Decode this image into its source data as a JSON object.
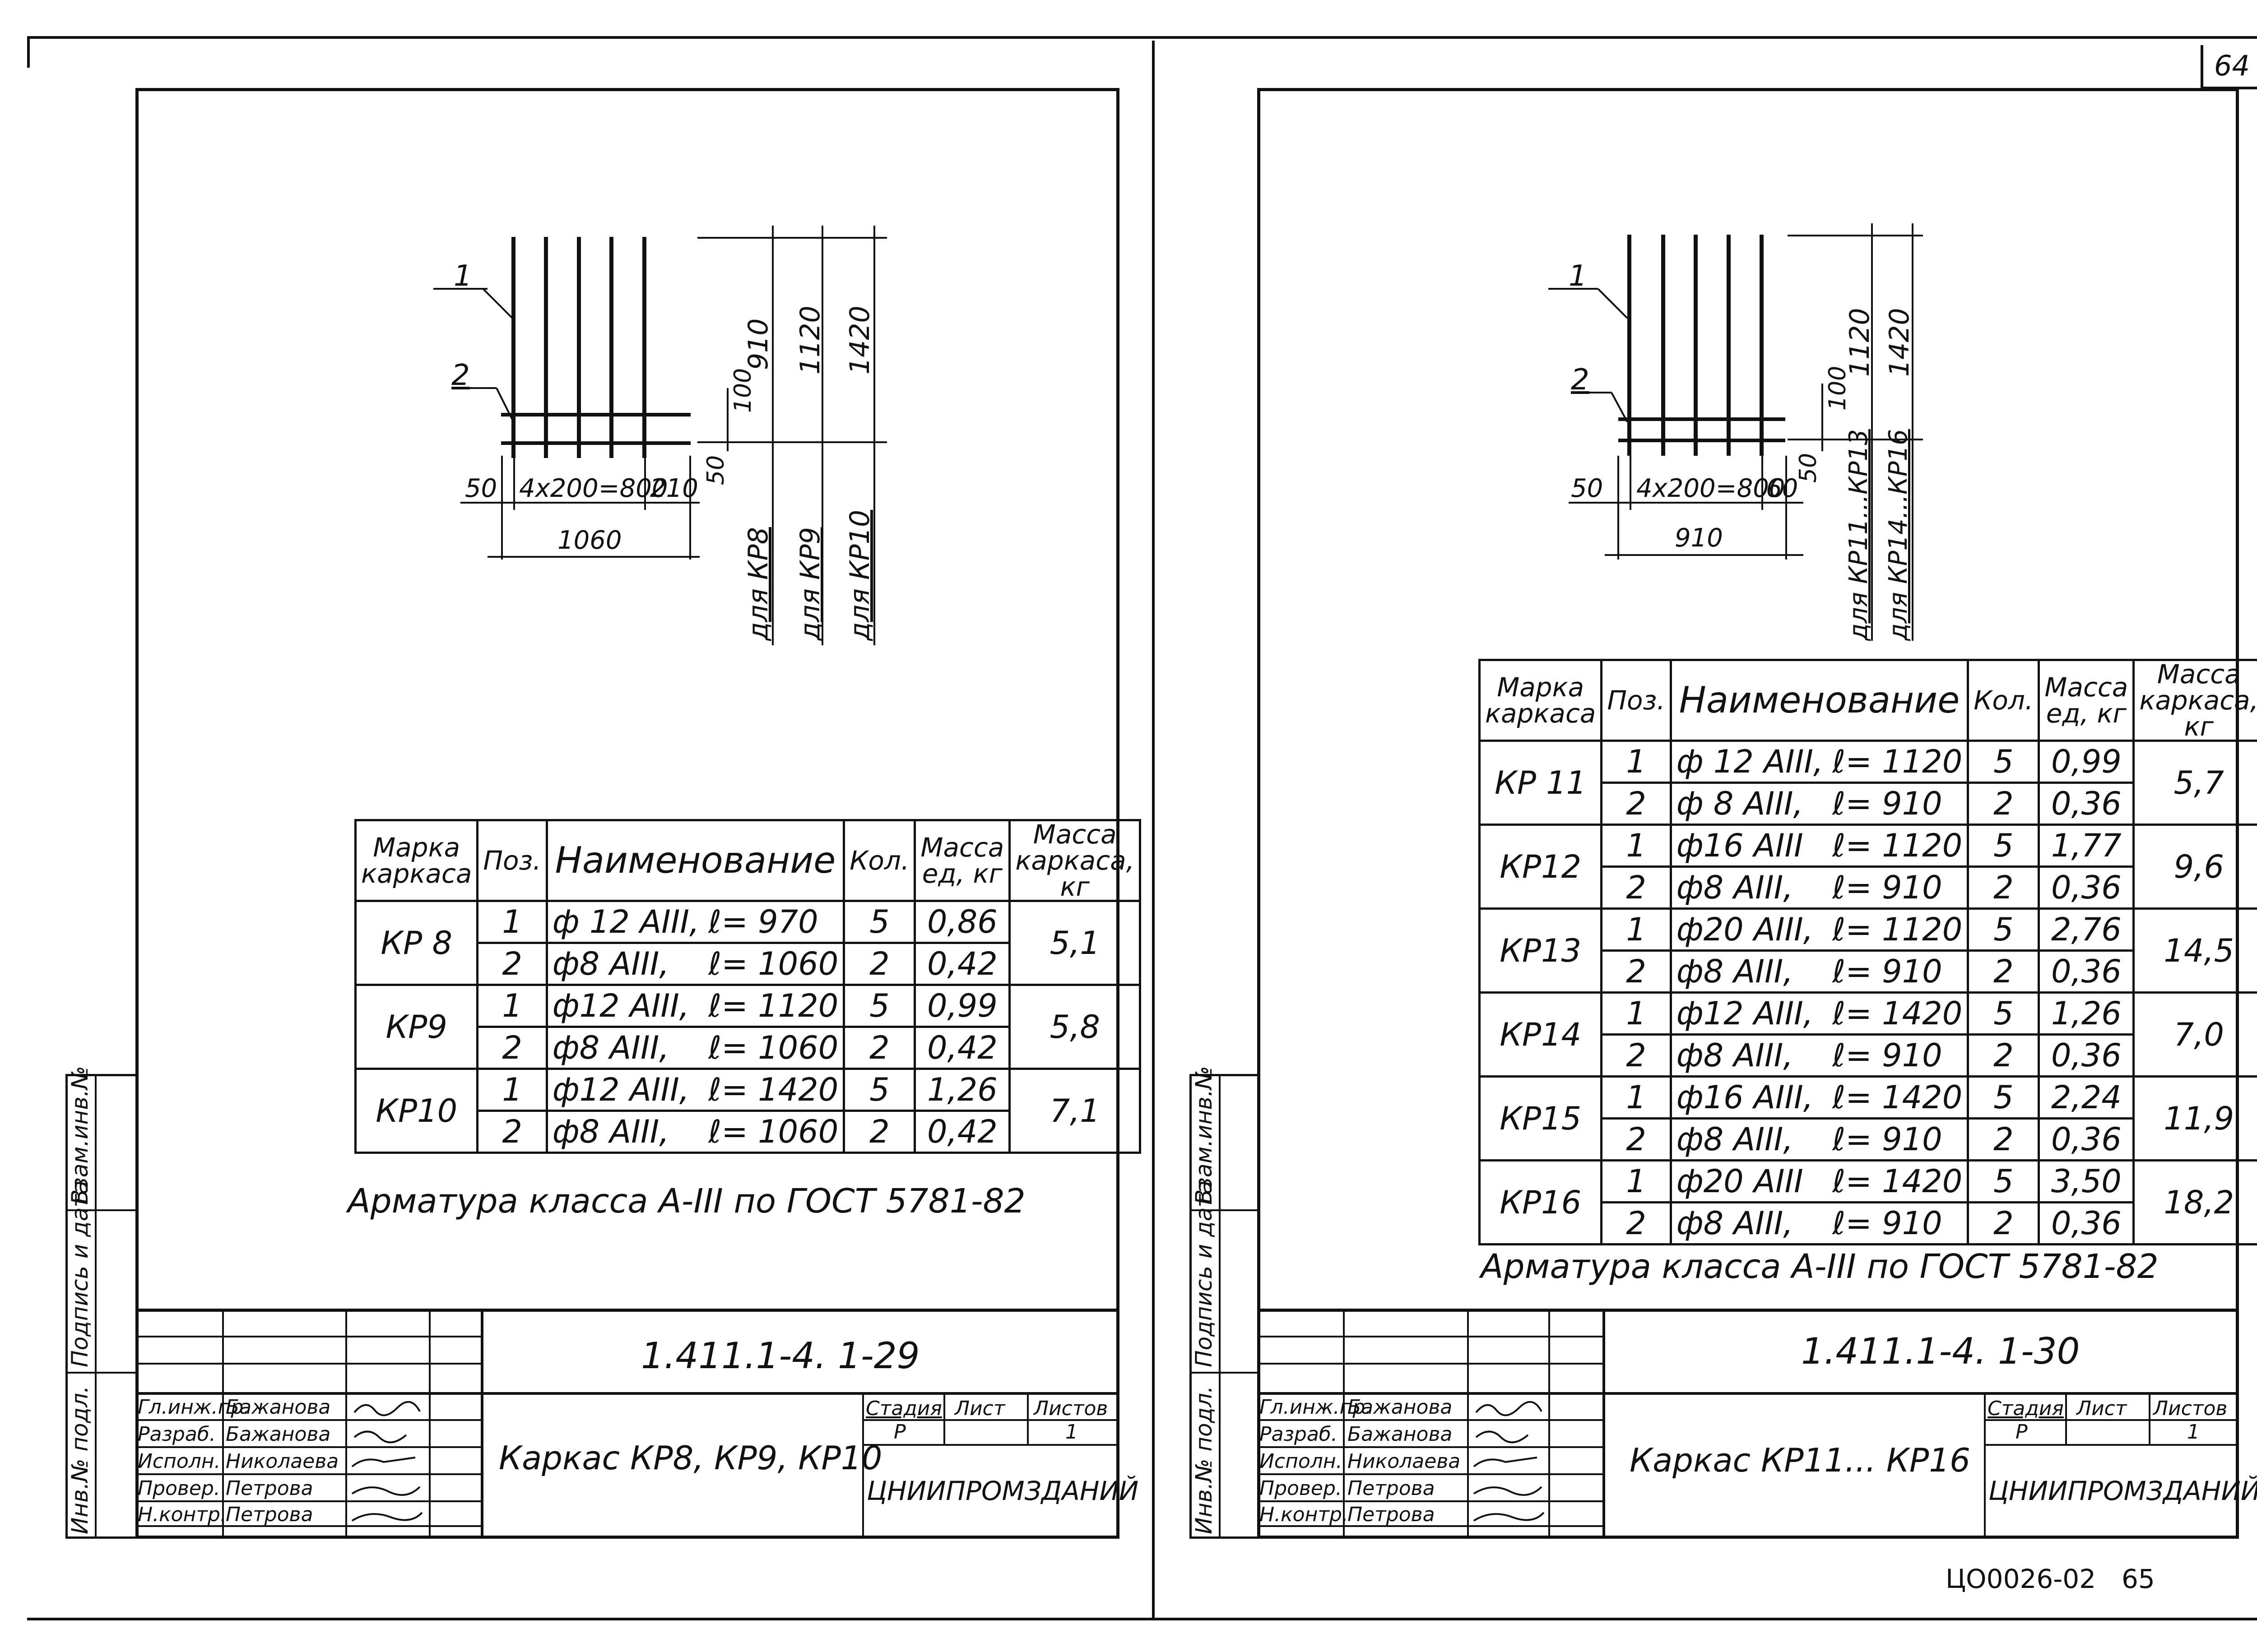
{
  "page_number_top": "64",
  "footer": {
    "code": "ЦО0026-02",
    "page": "65"
  },
  "left": {
    "callouts": {
      "one": "1",
      "two": "2"
    },
    "dims_bottom": {
      "left50": "50",
      "spacing": "4х200=800",
      "right": "210",
      "total": "1060"
    },
    "dims_right": {
      "d50": "50",
      "d100": "100",
      "h910": "910",
      "h1120": "1120",
      "h1420": "1420"
    },
    "dim_labels": [
      "для КР8",
      "для КР9",
      "для КР10"
    ],
    "table": {
      "headers": {
        "mark": "Марка каркаса",
        "pos": "Поз.",
        "name": "Наименование",
        "qty": "Кол.",
        "mass_unit": "Масса ед, кг",
        "mass_frame": "Масса каркаса, кг"
      },
      "groups": [
        {
          "mark": "КР 8",
          "mass": "5,1",
          "rows": [
            {
              "pos": "1",
              "name": "ф 12 АIII,",
              "len": "ℓ= 970",
              "qty": "5",
              "mass": "0,86"
            },
            {
              "pos": "2",
              "name": "ф8 АIII,",
              "len": "ℓ= 1060",
              "qty": "2",
              "mass": "0,42"
            }
          ]
        },
        {
          "mark": "КР9",
          "mass": "5,8",
          "rows": [
            {
              "pos": "1",
              "name": "ф12 АIII,",
              "len": "ℓ= 1120",
              "qty": "5",
              "mass": "0,99"
            },
            {
              "pos": "2",
              "name": "ф8 АIII,",
              "len": "ℓ= 1060",
              "qty": "2",
              "mass": "0,42"
            }
          ]
        },
        {
          "mark": "КР10",
          "mass": "7,1",
          "rows": [
            {
              "pos": "1",
              "name": "ф12 АIII,",
              "len": "ℓ= 1420",
              "qty": "5",
              "mass": "1,26"
            },
            {
              "pos": "2",
              "name": "ф8 АIII,",
              "len": "ℓ= 1060",
              "qty": "2",
              "mass": "0,42"
            }
          ]
        }
      ]
    },
    "note": "Арматура класса А-III по ГОСТ 5781-82",
    "titleblock": {
      "code": "1.411.1-4. 1-29",
      "title": "Каркас КР8, КР9, КР10",
      "stage_h": "Стадия",
      "sheet_h": "Лист",
      "sheets_h": "Листов",
      "stage": "Р",
      "sheets": "1",
      "org": "ЦНИИПРОМЗДАНИЙ",
      "roles": [
        "Гл.инж.пр.",
        "Разраб.",
        "Исполн.",
        "Провер.",
        "Н.контр."
      ],
      "names": [
        "Бажанова",
        "Бажанова",
        "Николаева",
        "Петрова",
        "Петрова"
      ]
    },
    "side_stamp": {
      "inv": "Инв.№ подл.",
      "sign": "Подпись и дата",
      "vzam": "Взам.инв.№"
    }
  },
  "right": {
    "callouts": {
      "one": "1",
      "two": "2"
    },
    "dims_bottom": {
      "left50": "50",
      "spacing": "4х200=800",
      "right": "60",
      "total": "910"
    },
    "dims_right": {
      "d50": "50",
      "d100": "100",
      "h1120": "1120",
      "h1420": "1420"
    },
    "dim_labels": [
      "для КР11...КР13",
      "для КР14...КР16"
    ],
    "table": {
      "headers": {
        "mark": "Марка каркаса",
        "pos": "Поз.",
        "name": "Наименование",
        "qty": "Кол.",
        "mass_unit": "Масса ед, кг",
        "mass_frame": "Масса каркаса, кг"
      },
      "groups": [
        {
          "mark": "КР 11",
          "mass": "5,7",
          "rows": [
            {
              "pos": "1",
              "name": "ф 12 АIII,",
              "len": "ℓ= 1120",
              "qty": "5",
              "mass": "0,99"
            },
            {
              "pos": "2",
              "name": "ф 8 АIII,",
              "len": "ℓ= 910",
              "qty": "2",
              "mass": "0,36"
            }
          ]
        },
        {
          "mark": "КР12",
          "mass": "9,6",
          "rows": [
            {
              "pos": "1",
              "name": "ф16 АIII",
              "len": "ℓ= 1120",
              "qty": "5",
              "mass": "1,77"
            },
            {
              "pos": "2",
              "name": "ф8 АIII,",
              "len": "ℓ= 910",
              "qty": "2",
              "mass": "0,36"
            }
          ]
        },
        {
          "mark": "КР13",
          "mass": "14,5",
          "rows": [
            {
              "pos": "1",
              "name": "ф20 АIII,",
              "len": "ℓ= 1120",
              "qty": "5",
              "mass": "2,76"
            },
            {
              "pos": "2",
              "name": "ф8 АIII,",
              "len": "ℓ= 910",
              "qty": "2",
              "mass": "0,36"
            }
          ]
        },
        {
          "mark": "КР14",
          "mass": "7,0",
          "rows": [
            {
              "pos": "1",
              "name": "ф12 АIII,",
              "len": "ℓ= 1420",
              "qty": "5",
              "mass": "1,26"
            },
            {
              "pos": "2",
              "name": "ф8 АIII,",
              "len": "ℓ= 910",
              "qty": "2",
              "mass": "0,36"
            }
          ]
        },
        {
          "mark": "КР15",
          "mass": "11,9",
          "rows": [
            {
              "pos": "1",
              "name": "ф16 АIII,",
              "len": "ℓ= 1420",
              "qty": "5",
              "mass": "2,24"
            },
            {
              "pos": "2",
              "name": "ф8 АIII,",
              "len": "ℓ= 910",
              "qty": "2",
              "mass": "0,36"
            }
          ]
        },
        {
          "mark": "КР16",
          "mass": "18,2",
          "rows": [
            {
              "pos": "1",
              "name": "ф20 АIII",
              "len": "ℓ= 1420",
              "qty": "5",
              "mass": "3,50"
            },
            {
              "pos": "2",
              "name": "ф8 АIII,",
              "len": "ℓ= 910",
              "qty": "2",
              "mass": "0,36"
            }
          ]
        }
      ]
    },
    "note": "Арматура класса А-III по ГОСТ 5781-82",
    "titleblock": {
      "code": "1.411.1-4. 1-30",
      "title": "Каркас КР11... КР16",
      "stage_h": "Стадия",
      "sheet_h": "Лист",
      "sheets_h": "Листов",
      "stage": "Р",
      "sheets": "1",
      "org": "ЦНИИПРОМЗДАНИЙ",
      "roles": [
        "Гл.инж.пр.",
        "Разраб.",
        "Исполн.",
        "Провер.",
        "Н.контр."
      ],
      "names": [
        "Бажанова",
        "Бажанова",
        "Николаева",
        "Петрова",
        "Петрова"
      ]
    },
    "side_stamp": {
      "inv": "Инв.№ подл.",
      "sign": "Подпись и дата",
      "vzam": "Взам.инв.№"
    }
  }
}
